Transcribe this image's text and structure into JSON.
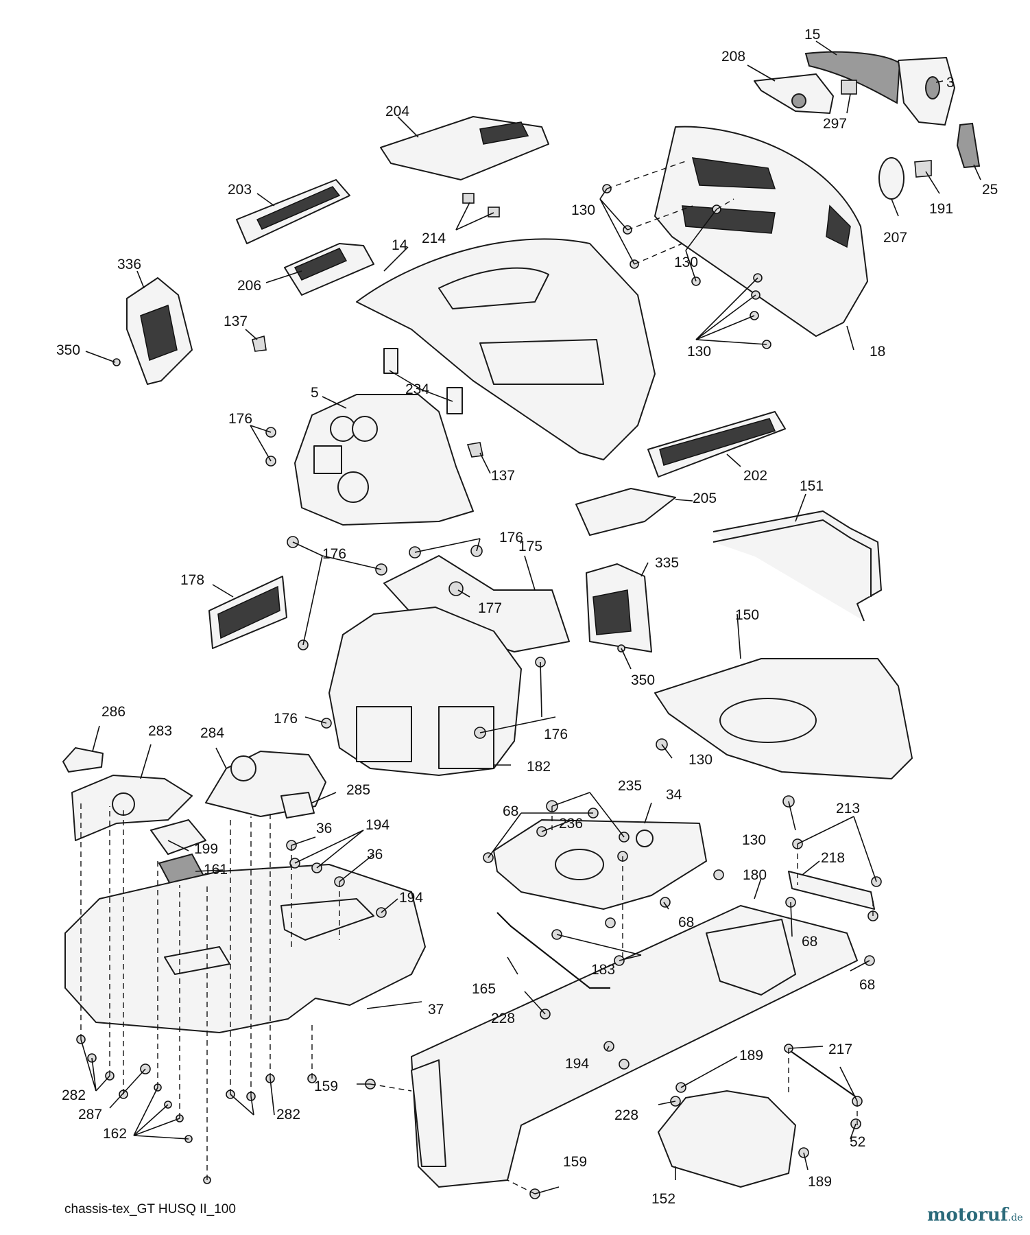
{
  "diagram": {
    "footer_code": "chassis-tex_GT HUSQ II_100",
    "watermark": {
      "main": "motoruf",
      "suffix": ".de"
    },
    "callouts": {
      "c15": "15",
      "c208": "208",
      "c3": "3",
      "c297": "297",
      "c25": "25",
      "c191": "191",
      "c207": "207",
      "c204": "204",
      "c203": "203",
      "c214": "214",
      "c14": "14",
      "c336": "336",
      "c206": "206",
      "c130a": "130",
      "c130b": "130",
      "c130c": "130",
      "c18": "18",
      "c137a": "137",
      "c350a": "350",
      "c234": "234",
      "c5": "5",
      "c176a": "176",
      "c137b": "137",
      "c202": "202",
      "c205": "205",
      "c151": "151",
      "c176b": "176",
      "c176c": "176",
      "c178": "178",
      "c175": "175",
      "c177": "177",
      "c335": "335",
      "c150": "150",
      "c350b": "350",
      "c176d": "176",
      "c176e": "176",
      "c130d": "130",
      "c182": "182",
      "c286": "286",
      "c283": "283",
      "c284": "284",
      "c285": "285",
      "c235": "235",
      "c34": "34",
      "c68a": "68",
      "c236": "236",
      "c213": "213",
      "c130e": "130",
      "c199": "199",
      "c36a": "36",
      "c194a": "194",
      "c36b": "36",
      "c161": "161",
      "c218": "218",
      "c194b": "194",
      "c180": "180",
      "c68b": "68",
      "c68c": "68",
      "c183": "183",
      "c68d": "68",
      "c165": "165",
      "c37": "37",
      "c228a": "228",
      "c194c": "194",
      "c217": "217",
      "c189a": "189",
      "c159a": "159",
      "c282a": "282",
      "c287": "287",
      "c282b": "282",
      "c228b": "228",
      "c52": "52",
      "c162": "162",
      "c159b": "159",
      "c189b": "189",
      "c152": "152"
    }
  }
}
